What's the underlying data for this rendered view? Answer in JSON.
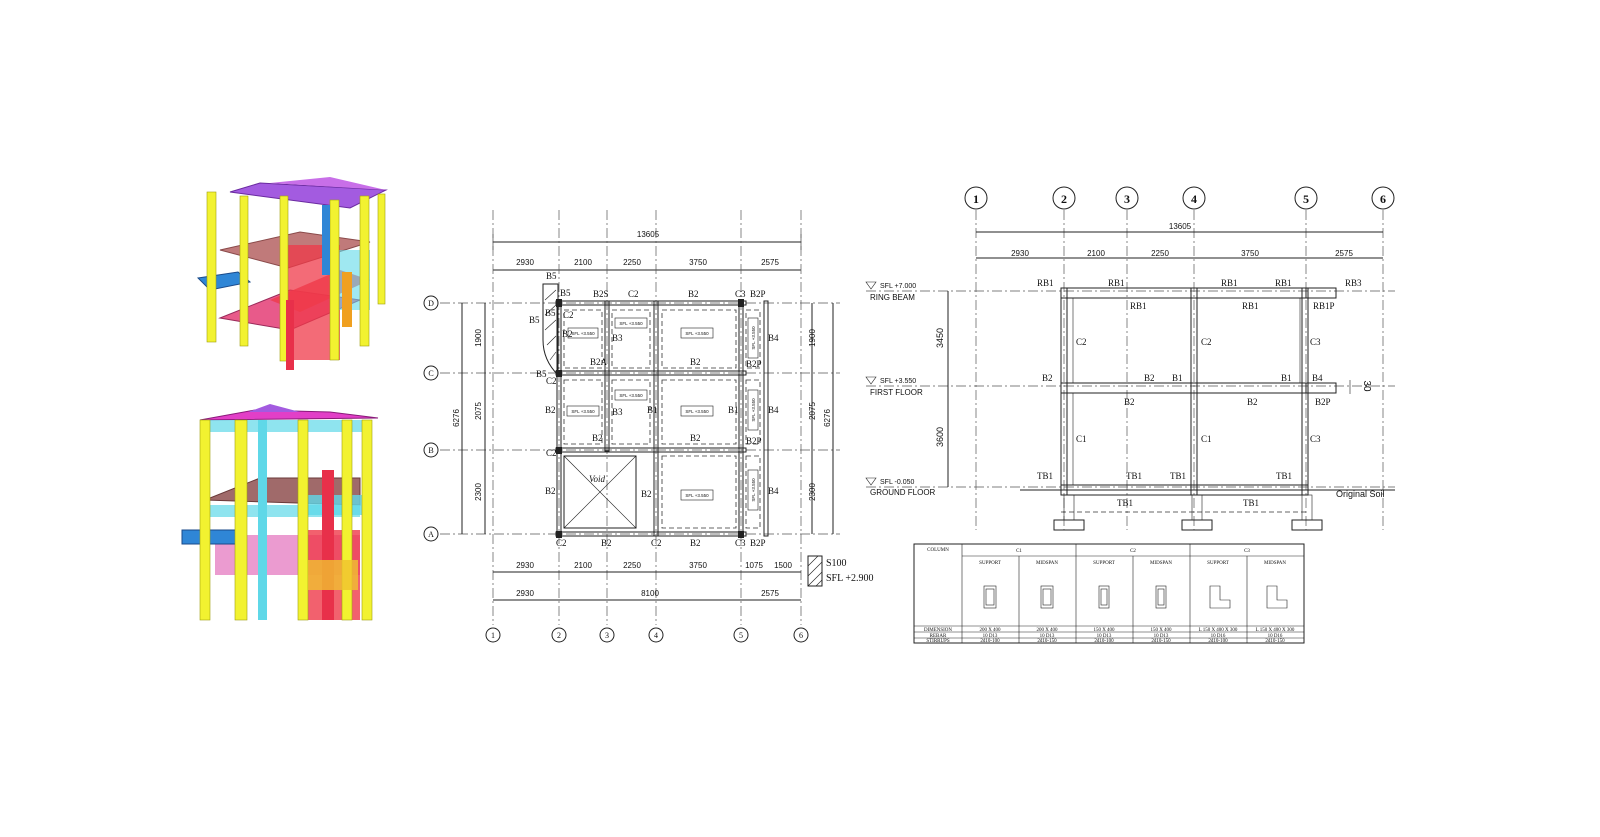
{
  "plan": {
    "overall_top": "13605",
    "dims_top": [
      "2930",
      "2100",
      "2250",
      "3750",
      "2575"
    ],
    "dims_bottom1": [
      "2930",
      "2100",
      "2250",
      "3750",
      "1075",
      "1500"
    ],
    "dims_bottom2": [
      "2930",
      "8100",
      "2575"
    ],
    "grid_rows": [
      "D",
      "C",
      "B",
      "A"
    ],
    "grid_cols": [
      "1",
      "2",
      "3",
      "4",
      "5",
      "6"
    ],
    "left_dims": [
      "1900",
      "2075",
      "2300"
    ],
    "left_total": "6276",
    "right_dims": [
      "1900",
      "2075",
      "2300"
    ],
    "right_total": "6276",
    "labels": {
      "b5_top": "B5",
      "b5_a": "B5",
      "b5_b": "B5",
      "b5_c": "B5",
      "b5_d": "B5",
      "b2s": "B2S",
      "c2_top": "C2",
      "b2_top": "B2",
      "c3_top": "C3",
      "b2p_top": "B2P",
      "c2_a": "C2",
      "b2_a": "B2",
      "b3_a": "B3",
      "b2a": "B2A",
      "b2_b": "B2",
      "b4_a": "B4",
      "b2p_a": "B2P",
      "c2_b": "C2",
      "b2_c": "B2",
      "b3_b": "B3",
      "b1_a": "B1",
      "b1_b": "B1",
      "b4_b": "B4",
      "b2_d": "B2",
      "b2_e": "B2",
      "b2p_b": "B2P",
      "c2_c": "C2",
      "b2_f": "B2",
      "void": "Void",
      "b2_g": "B2",
      "b4_c": "B4",
      "c2_d": "C2",
      "b2_h": "B2",
      "c2_e": "C2",
      "b2_i": "B2",
      "c3_b": "C3",
      "b2p_c": "B2P"
    },
    "sfl_tags": [
      "SFL +3.550",
      "SFL +3.550",
      "SFL +3.550",
      "SFL +3.550",
      "SFL +3.550",
      "SFL +3.550",
      "SFL +3.550",
      "SFL +3.550",
      "SFL +3.550",
      "SFL +3.550"
    ],
    "legend_s": "S100",
    "legend_sfl": "SFL +2.900"
  },
  "section": {
    "grid_cols": [
      "1",
      "2",
      "3",
      "4",
      "5",
      "6"
    ],
    "overall": "13605",
    "dims": [
      "2930",
      "2100",
      "2250",
      "3750",
      "2575"
    ],
    "levels": [
      {
        "sfl": "SFL +7.000",
        "name": "RING BEAM"
      },
      {
        "sfl": "SFL +3.550",
        "name": "FIRST FLOOR"
      },
      {
        "sfl": "SFL -0.050",
        "name": "GROUND FLOOR"
      }
    ],
    "height_upper": "3450",
    "height_lower": "3600",
    "small_dim": "30",
    "soil": "Original Soil",
    "labels": {
      "rb1_a": "RB1",
      "rb1_b": "RB1",
      "rb1_c": "RB1",
      "rb1_d": "RB1",
      "rb3": "RB3",
      "rb1_e": "RB1",
      "rb1_f": "RB1",
      "rb1p": "RB1P",
      "c2_a": "C2",
      "c2_b": "C2",
      "c3_a": "C3",
      "b2_a": "B2",
      "b2_b": "B2",
      "b1_a": "B1",
      "b1_b": "B1",
      "b4": "B4",
      "b2_c": "B2",
      "b2_d": "B2",
      "b2p": "B2P",
      "c1_a": "C1",
      "c1_b": "C1",
      "c3_b": "C3",
      "tb1_a": "TB1",
      "tb1_b": "TB1",
      "tb1_c": "TB1",
      "tb1_d": "TB1",
      "tb1_e": "TB1",
      "tb1_f": "TB1"
    }
  },
  "schedule": {
    "col_header": "COLUMN",
    "groups": [
      "C1",
      "C2",
      "C3"
    ],
    "sub": [
      "SUPPORT",
      "MIDSPAN",
      "SUPPORT",
      "MIDSPAN",
      "SUPPORT",
      "MIDSPAN"
    ],
    "row_labels": [
      "DIMENSION",
      "REBAR",
      "STIRRUPS"
    ],
    "dimension": [
      "200 X 400",
      "200 X 400",
      "150 X 400",
      "150 X 400",
      "L 150 X 400 X 300",
      "L 150 X 400 X 300"
    ],
    "rebar": [
      "10 D13",
      "10 D13",
      "10 D13",
      "10 D13",
      "10 D16",
      "10 D16"
    ],
    "stirrups": [
      "2d10-100",
      "2d10-150",
      "2d10-100",
      "2d10-150",
      "2d10-100",
      "2d10-150"
    ]
  },
  "colors": {
    "yellow": "#f2f230",
    "magenta": "#e23fc7",
    "red": "#e8304a",
    "cyan": "#5fd8e8",
    "blue": "#2f86d6",
    "pink": "#ef7fb6",
    "violet": "#a35be0"
  }
}
